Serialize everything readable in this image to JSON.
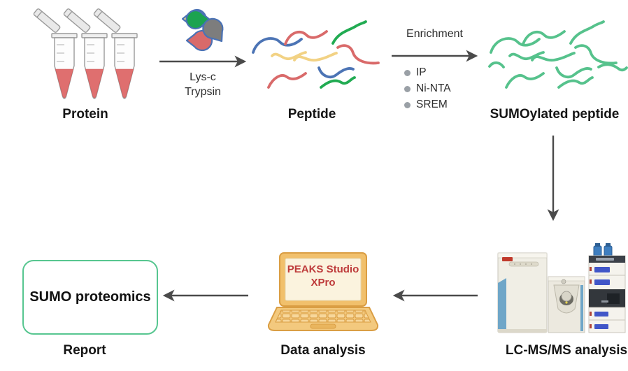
{
  "diagram": {
    "title_hint": "SUMO proteomics workflow",
    "stages": {
      "protein": {
        "label": "Protein"
      },
      "peptide": {
        "label": "Peptide"
      },
      "sumoylated": {
        "label": "SUMOylated peptide"
      },
      "lcmsms": {
        "label": "LC-MS/MS analysis"
      },
      "data_analysis": {
        "label": "Data analysis"
      },
      "report": {
        "label": "Report",
        "box_text": "SUMO proteomics"
      }
    },
    "digestion": {
      "line1": "Lys-c",
      "line2": "Trypsin"
    },
    "enrichment": {
      "title": "Enrichment",
      "items": [
        "IP",
        "Ni-NTA",
        "SREM"
      ]
    },
    "laptop": {
      "screen_line1": "PEAKS Studio",
      "screen_line2": "XPro"
    },
    "colors": {
      "arrow": "#4a4a4a",
      "tube_liquid": "#df6f6f",
      "peptide_red": "#d96a6a",
      "peptide_blue": "#4c74b5",
      "peptide_yellow": "#f2d284",
      "peptide_green": "#21ab52",
      "sumo_green": "#56c28c",
      "report_border": "#57c690",
      "laptop_body": "#f1c06c",
      "laptop_outline": "#da9e44",
      "laptop_screen_text": "#be3b3b",
      "instrument_blue": "#6fa6c8",
      "bullet_gray": "#9aa0a6"
    }
  }
}
